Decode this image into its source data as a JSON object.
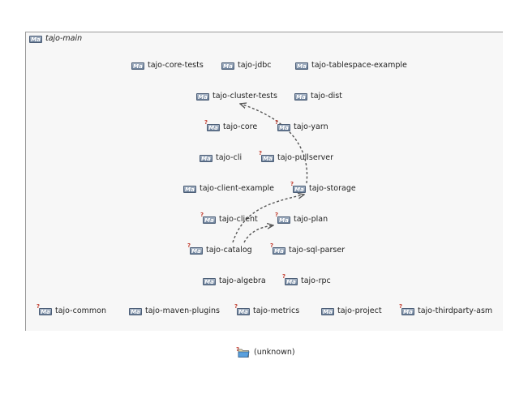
{
  "container": {
    "icon": "maven-module-icon",
    "title": "tajo-main"
  },
  "nodes": [
    {
      "id": "tajo-core-tests",
      "label": "tajo-core-tests",
      "unresolved": false
    },
    {
      "id": "tajo-jdbc",
      "label": "tajo-jdbc",
      "unresolved": false
    },
    {
      "id": "tajo-tablespace-example",
      "label": "tajo-tablespace-example",
      "unresolved": false
    },
    {
      "id": "tajo-cluster-tests",
      "label": "tajo-cluster-tests",
      "unresolved": false
    },
    {
      "id": "tajo-dist",
      "label": "tajo-dist",
      "unresolved": false
    },
    {
      "id": "tajo-core",
      "label": "tajo-core",
      "unresolved": true
    },
    {
      "id": "tajo-yarn",
      "label": "tajo-yarn",
      "unresolved": true
    },
    {
      "id": "tajo-cli",
      "label": "tajo-cli",
      "unresolved": false
    },
    {
      "id": "tajo-pullserver",
      "label": "tajo-pullserver",
      "unresolved": true
    },
    {
      "id": "tajo-client-example",
      "label": "tajo-client-example",
      "unresolved": false
    },
    {
      "id": "tajo-storage",
      "label": "tajo-storage",
      "unresolved": true
    },
    {
      "id": "tajo-client",
      "label": "tajo-client",
      "unresolved": true
    },
    {
      "id": "tajo-plan",
      "label": "tajo-plan",
      "unresolved": true
    },
    {
      "id": "tajo-catalog",
      "label": "tajo-catalog",
      "unresolved": true
    },
    {
      "id": "tajo-sql-parser",
      "label": "tajo-sql-parser",
      "unresolved": true
    },
    {
      "id": "tajo-algebra",
      "label": "tajo-algebra",
      "unresolved": false
    },
    {
      "id": "tajo-rpc",
      "label": "tajo-rpc",
      "unresolved": true
    },
    {
      "id": "tajo-common",
      "label": "tajo-common",
      "unresolved": true
    },
    {
      "id": "tajo-maven-plugins",
      "label": "tajo-maven-plugins",
      "unresolved": false
    },
    {
      "id": "tajo-metrics",
      "label": "tajo-metrics",
      "unresolved": true
    },
    {
      "id": "tajo-project",
      "label": "tajo-project",
      "unresolved": false
    },
    {
      "id": "tajo-thirdparty-asm",
      "label": "tajo-thirdparty-asm",
      "unresolved": true
    }
  ],
  "edges": [
    {
      "from": "tajo-storage",
      "to": "tajo-cluster-tests",
      "style": "dashed"
    },
    {
      "from": "tajo-catalog",
      "to": "tajo-storage",
      "style": "dashed"
    },
    {
      "from": "tajo-catalog",
      "to": "tajo-plan",
      "style": "dashed"
    }
  ],
  "unknown": {
    "icon": "folder-icon",
    "label": "(unknown)"
  },
  "colors": {
    "frame_bg": "#f7f7f7",
    "frame_border": "#9a9a9a",
    "edge": "#555555",
    "badge": "#7b8ca3",
    "unresolved_mark": "#c0392b"
  }
}
